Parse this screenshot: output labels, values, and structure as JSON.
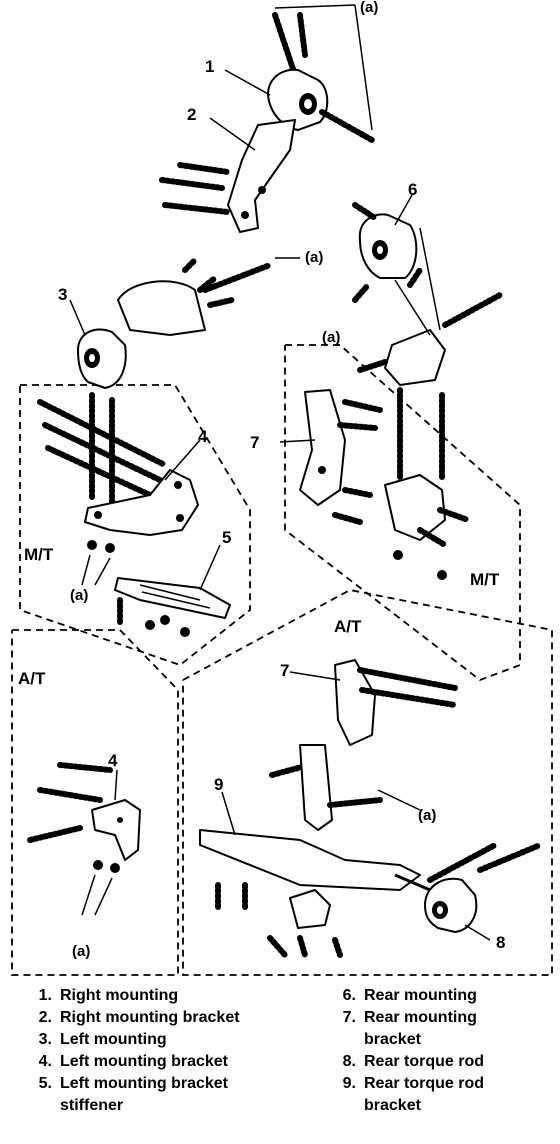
{
  "callouts": {
    "1": "1",
    "2": "2",
    "3": "3",
    "4": "4",
    "5": "5",
    "6": "6",
    "7": "7",
    "8": "8",
    "9": "9",
    "a": "(a)"
  },
  "sections": {
    "mt": "M/T",
    "at": "A/T"
  },
  "legend": {
    "left": [
      {
        "n": "1.",
        "t": "Right mounting"
      },
      {
        "n": "2.",
        "t": "Right mounting bracket"
      },
      {
        "n": "3.",
        "t": "Left mounting"
      },
      {
        "n": "4.",
        "t": "Left mounting bracket"
      },
      {
        "n": "5.",
        "t": "Left mounting bracket stiffener"
      }
    ],
    "right": [
      {
        "n": "6.",
        "t": "Rear mounting"
      },
      {
        "n": "7.",
        "t": "Rear mounting bracket"
      },
      {
        "n": "8.",
        "t": "Rear torque rod"
      },
      {
        "n": "9.",
        "t": "Rear torque rod bracket"
      }
    ]
  }
}
